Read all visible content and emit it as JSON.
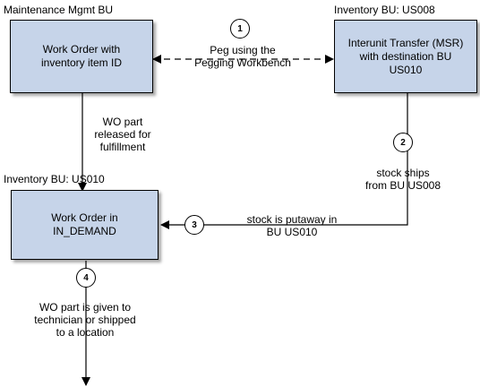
{
  "labels": {
    "maintenance_bu": "Maintenance Mgmt BU",
    "inventory_us008": "Inventory BU: US008",
    "inventory_us010": "Inventory BU: US010"
  },
  "boxes": {
    "work_order": "Work Order with\ninventory item ID",
    "interunit_transfer": "Interunit Transfer (MSR)\nwith destination BU\nUS010",
    "in_demand": "Work Order in\nIN_DEMAND"
  },
  "steps": {
    "s1": {
      "number": "1",
      "text": "Peg using the\nPegging Workbench"
    },
    "s2": {
      "number": "2",
      "text": "stock ships\nfrom BU US008"
    },
    "s3": {
      "number": "3",
      "text": "stock is putaway in\nBU US010"
    },
    "s4": {
      "number": "4",
      "text": "WO part is given to\ntechnician or shipped\nto a location"
    }
  },
  "release_caption": "WO part\nreleased for\nfulfillment",
  "colors": {
    "box_fill": "#c6d4e9",
    "line": "#000000"
  }
}
